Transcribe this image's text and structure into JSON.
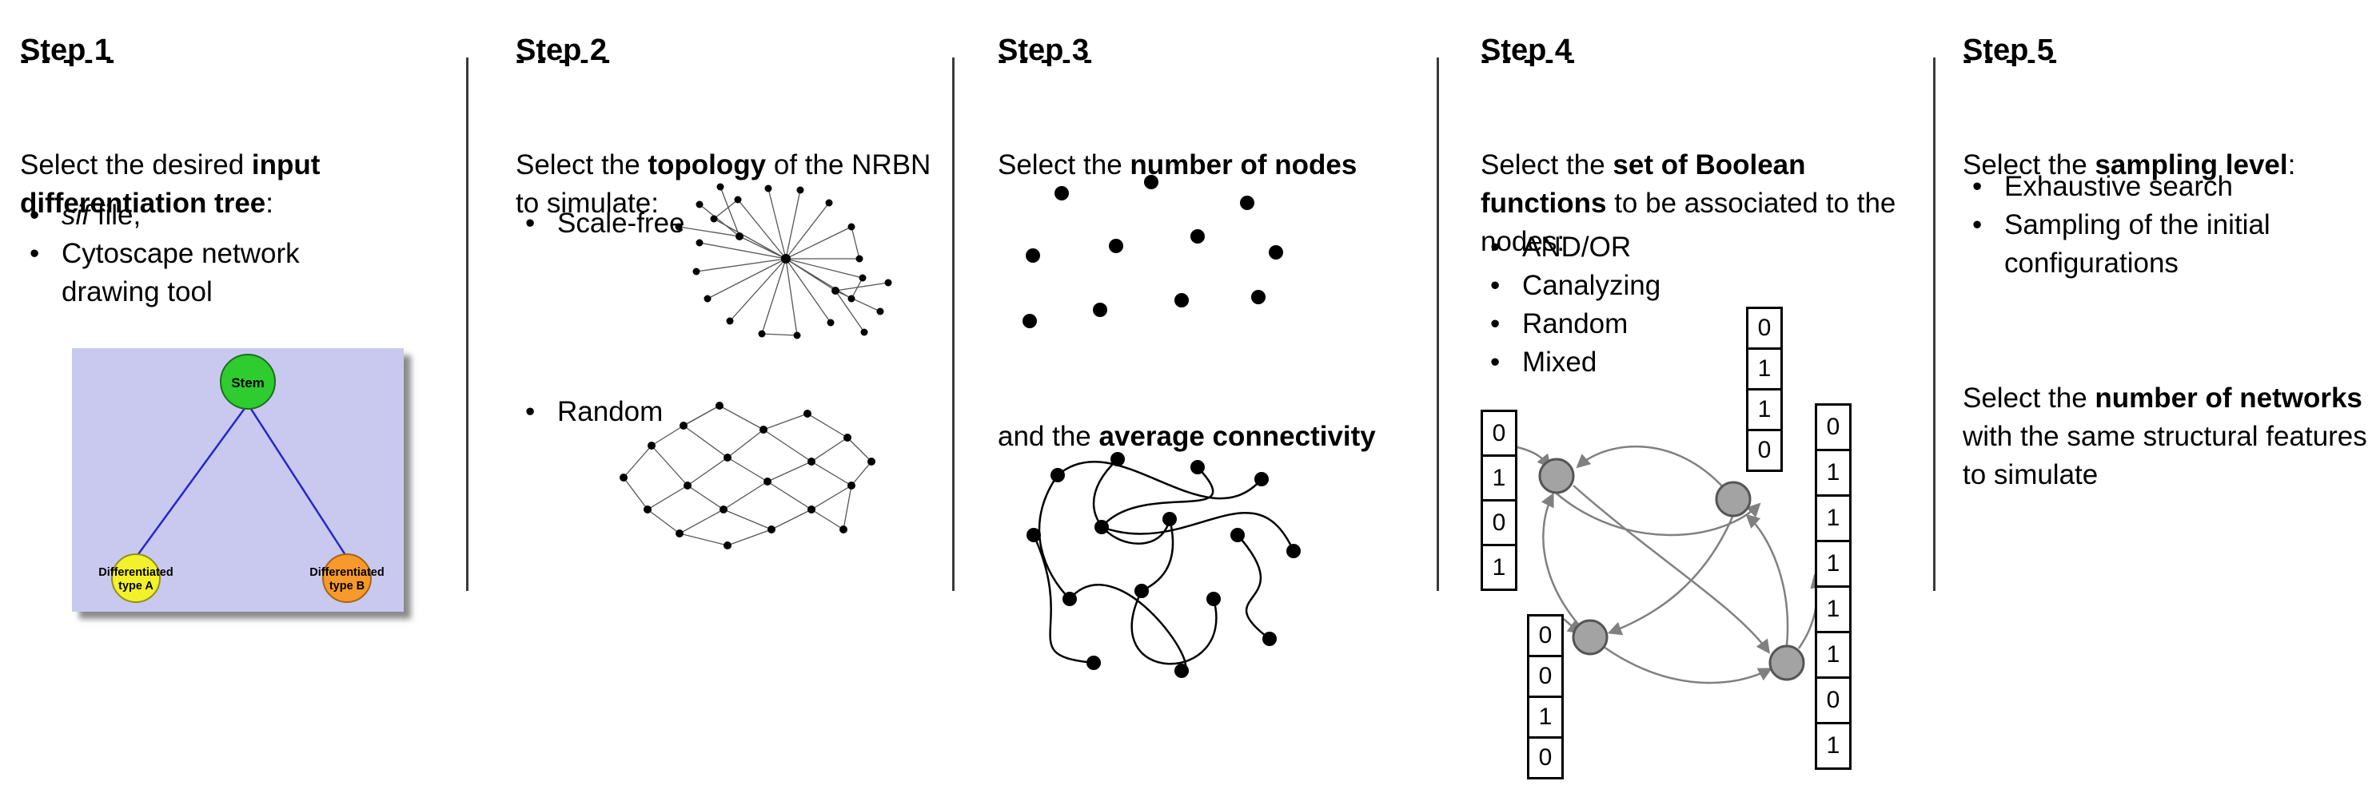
{
  "ui": {
    "bullet": "•",
    "dashes": "- - - - -"
  },
  "steps": [
    {
      "title": "Step 1",
      "para": {
        "lead": "Select the desired ",
        "bold": "input differentiation tree",
        "tail": ":"
      },
      "bullet1_italic": "sif",
      "bullet1_rest": " file,",
      "bullet2": "Cytoscape network drawing tool",
      "tree": {
        "stem": "Stem",
        "typeA_line1": "Differentiated",
        "typeA_line2": "type A",
        "typeB_line1": "Differentiated",
        "typeB_line2": "type B"
      },
      "colors": {
        "box_bg": "#c9c9ef",
        "stem": "#2ecc2e",
        "typeA": "#f2f22b",
        "typeB": "#f79a2b",
        "edge": "#2626cc"
      }
    },
    {
      "title": "Step 2",
      "para": {
        "lead": "Select the ",
        "bold": "topology",
        "tail": " of the NRBN to simulate:"
      },
      "bullets": [
        "Scale-free",
        "Random"
      ]
    },
    {
      "title": "Step 3",
      "para": {
        "lead": "Select the ",
        "bold": "number of nodes",
        "tail": ""
      },
      "para2": {
        "lead": "and the ",
        "bold": "average connectivity",
        "tail": ""
      }
    },
    {
      "title": "Step 4",
      "para": {
        "lead": "Select the ",
        "bold": "set of Boolean functions",
        "tail": " to be associated to the nodes:"
      },
      "bullets": [
        "AND/OR",
        "Canalyzing",
        "Random",
        "Mixed"
      ],
      "tables": {
        "left": [
          "0",
          "1",
          "0",
          "1"
        ],
        "top": [
          "0",
          "1",
          "1",
          "0"
        ],
        "bottom": [
          "0",
          "0",
          "1",
          "0"
        ],
        "right": [
          "0",
          "1",
          "1",
          "1",
          "1",
          "1",
          "0",
          "1"
        ]
      }
    },
    {
      "title": "Step 5",
      "para": {
        "lead": "Select the ",
        "bold": "sampling level",
        "tail": ":"
      },
      "bullets": [
        "Exhaustive search",
        "Sampling of the initial configurations"
      ],
      "para2": {
        "lead": "Select the ",
        "bold": "number of networks",
        "tail": " with the same structural features to simulate"
      }
    }
  ]
}
